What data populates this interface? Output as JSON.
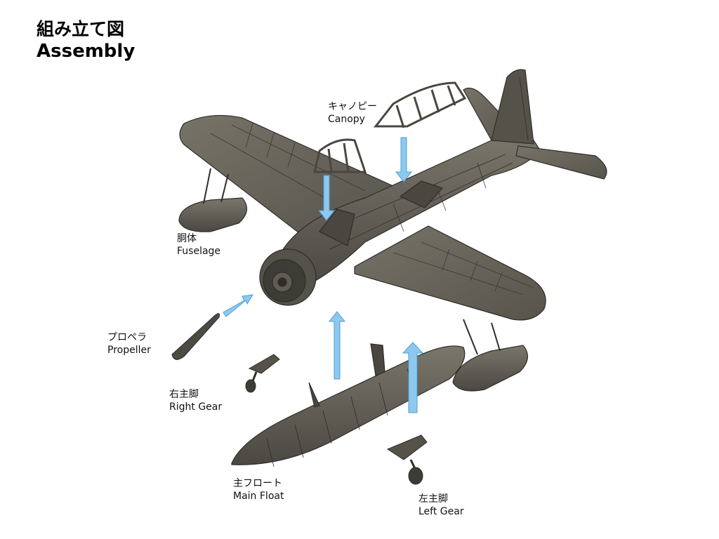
{
  "title": {
    "jp": "組み立て図",
    "en": "Assembly"
  },
  "labels": {
    "canopy": {
      "jp": "キャノピー",
      "en": "Canopy"
    },
    "fuselage": {
      "jp": "胴体",
      "en": "Fuselage"
    },
    "propeller": {
      "jp": "プロペラ",
      "en": "Propeller"
    },
    "right_gear": {
      "jp": "右主脚",
      "en": "Right Gear"
    },
    "main_float": {
      "jp": "主フロート",
      "en": "Main Float"
    },
    "left_gear": {
      "jp": "左主脚",
      "en": "Left Gear"
    }
  },
  "colors": {
    "part": "#5d5a51",
    "part_dark": "#3c3a34",
    "part_light": "#807c70",
    "arrow": "#8ec8ee",
    "arrow_edge": "#4a9fd6"
  }
}
